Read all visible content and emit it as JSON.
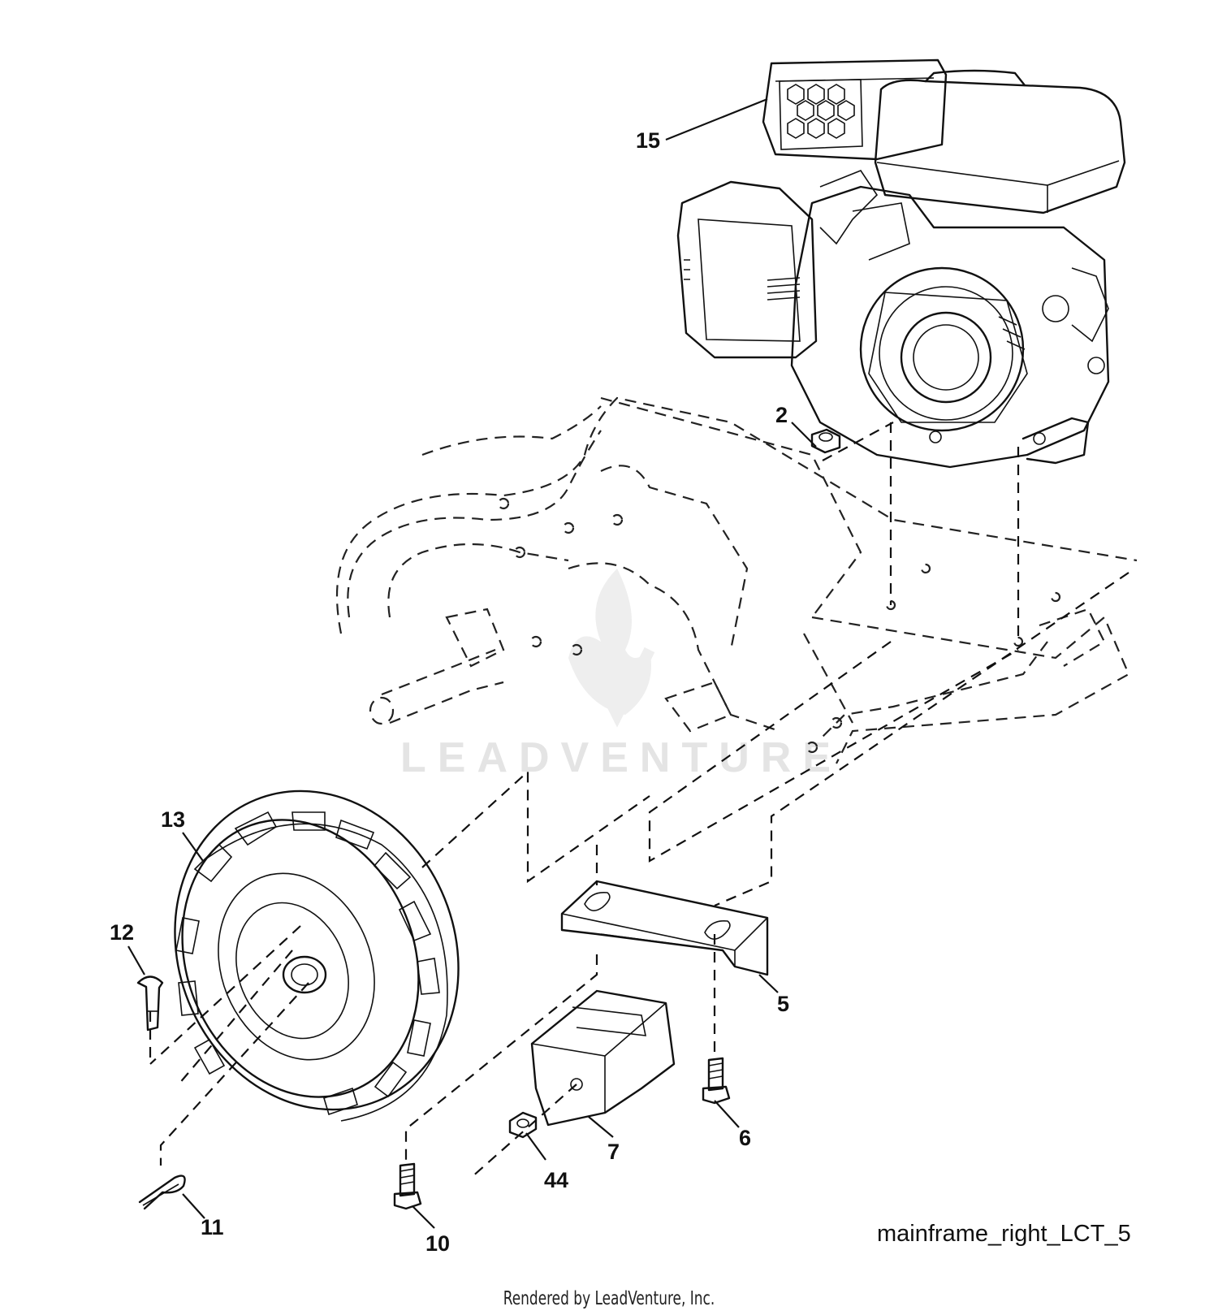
{
  "figure_id": "mainframe_right_LCT_5",
  "footer": "Rendered by LeadVenture, Inc.",
  "watermark": "LEADVENTURE",
  "callouts": {
    "c15": "15",
    "c2": "2",
    "c13": "13",
    "c12": "12",
    "c5": "5",
    "c6": "6",
    "c7": "7",
    "c44": "44",
    "c11": "11",
    "c10": "10"
  }
}
